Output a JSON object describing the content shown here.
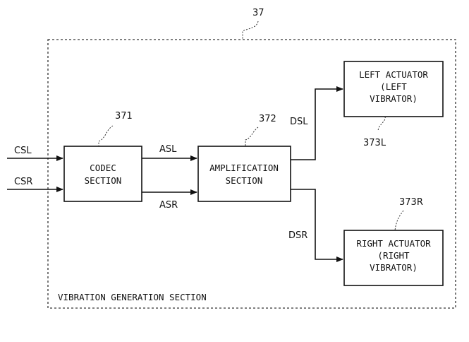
{
  "figure_ref": "37",
  "outer_section": {
    "label": "VIBRATION GENERATION SECTION"
  },
  "inputs": {
    "csl": "CSL",
    "csr": "CSR"
  },
  "codec": {
    "ref": "371",
    "line1": "CODEC",
    "line2": "SECTION"
  },
  "amplification": {
    "ref": "372",
    "line1": "AMPLIFICATION",
    "line2": "SECTION"
  },
  "signals": {
    "asl": "ASL",
    "asr": "ASR",
    "dsl": "DSL",
    "dsr": "DSR"
  },
  "left_actuator": {
    "ref": "373L",
    "line1": "LEFT ACTUATOR",
    "line2": "(LEFT",
    "line3": "VIBRATOR)"
  },
  "right_actuator": {
    "ref": "373R",
    "line1": "RIGHT ACTUATOR",
    "line2": "(RIGHT",
    "line3": "VIBRATOR)"
  }
}
